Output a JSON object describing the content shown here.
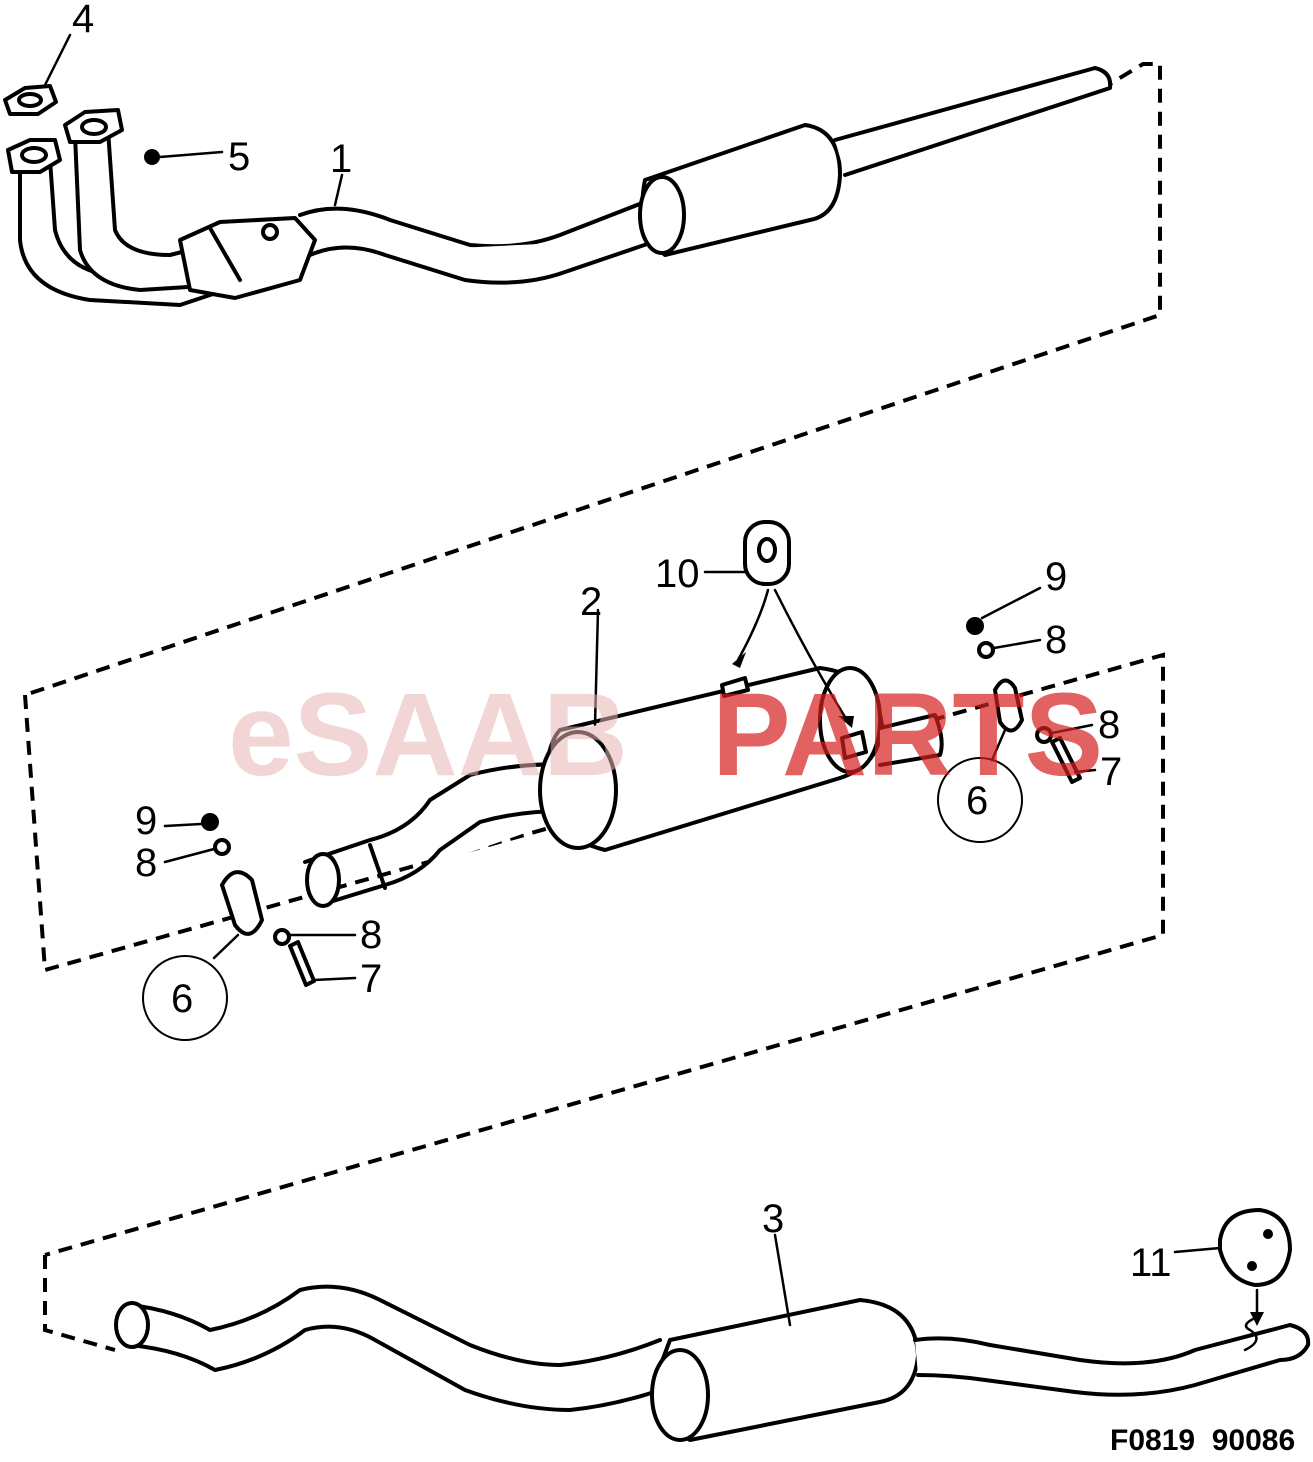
{
  "watermark": {
    "prefix": "eSAAB",
    "suffix": "PARTS",
    "prefix_color": "#e8b4b4",
    "suffix_color": "#d62020"
  },
  "figure_ref": "F0819  90086",
  "callouts": {
    "p1": "1",
    "p2": "2",
    "p3": "3",
    "p4": "4",
    "p5": "5",
    "p6_left": "6",
    "p6_right": "6",
    "p7_left": "7",
    "p7_right": "7",
    "p8_left_top": "8",
    "p8_left_bottom": "8",
    "p8_right_top": "8",
    "p8_right_bottom": "8",
    "p9_left": "9",
    "p9_right": "9",
    "p10": "10",
    "p11": "11"
  },
  "icons": {
    "front_pipe": "front-exhaust-pipe-with-silencer",
    "center_silencer": "center-silencer",
    "rear_silencer": "rear-silencer-with-tailpipe",
    "gasket": "manifold-gasket",
    "clamp": "pipe-clamp",
    "hanger": "rubber-hanger",
    "damper": "rubber-damper"
  }
}
